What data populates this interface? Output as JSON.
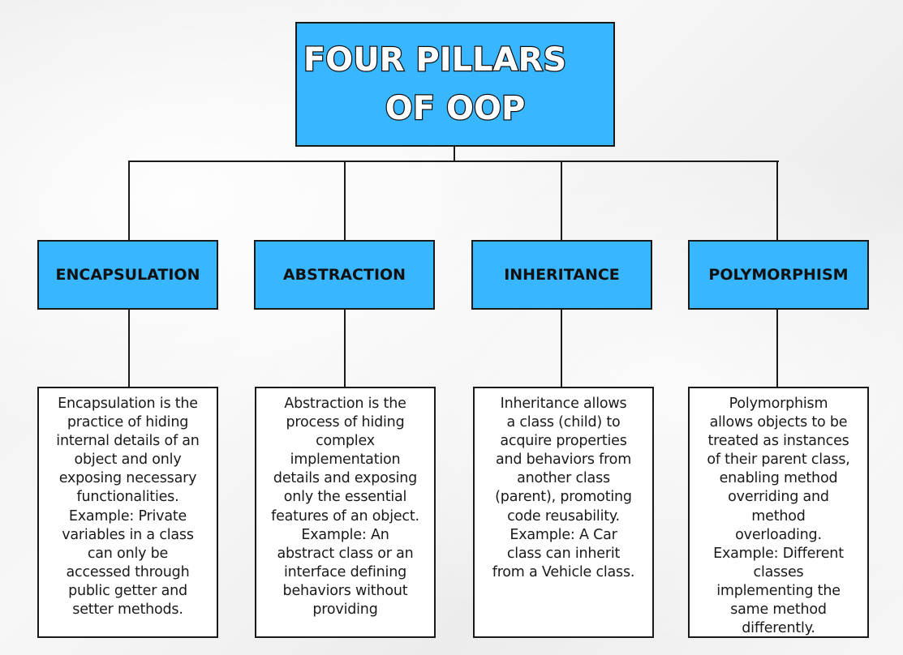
{
  "title": {
    "line1": "FOUR PILLARS",
    "line2": "OF OOP"
  },
  "pillars": [
    {
      "name": "ENCAPSULATION",
      "description": "Encapsulation is the\npractice of hiding\ninternal details of an\nobject and only\nexposing necessary\nfunctionalities.\nExample: Private\nvariables in a class\ncan only be\naccessed through\npublic getter and\nsetter methods."
    },
    {
      "name": "ABSTRACTION",
      "description": "Abstraction is the\nprocess of hiding\ncomplex\nimplementation\ndetails and exposing\nonly the essential\nfeatures of an object.\nExample: An\nabstract class or an\ninterface defining\nbehaviors without\nproviding"
    },
    {
      "name": "INHERITANCE",
      "description": "Inheritance allows\na class (child) to\nacquire properties\nand behaviors from\nanother class\n(parent), promoting\ncode reusability.\nExample: A Car\nclass can inherit\nfrom a Vehicle class."
    },
    {
      "name": "POLYMORPHISM",
      "description": "Polymorphism\nallows objects to be\ntreated as instances\nof their parent class,\nenabling method\noverriding and\nmethod\noverloading.\nExample: Different\nclasses\nimplementing the\nsame method\ndifferently."
    }
  ],
  "colors": {
    "accent": "#38b6ff",
    "border": "#1a1a1a"
  }
}
